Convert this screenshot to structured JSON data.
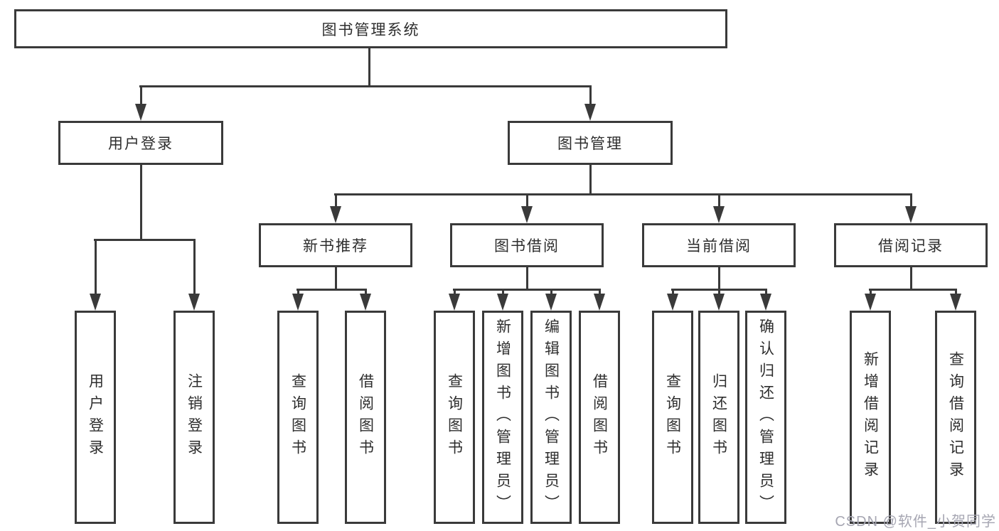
{
  "colors": {
    "line": "#3a3a3a",
    "text": "#2e2e2e",
    "watermark": "#a6a6b2",
    "bg": "#ffffff"
  },
  "watermark": {
    "text": "CSDN @软件_小贺同学"
  },
  "tree": {
    "root": {
      "label": "图书管理系统"
    },
    "level2": [
      {
        "label": "用户登录"
      },
      {
        "label": "图书管理"
      }
    ],
    "level3": [
      {
        "label": "新书推荐"
      },
      {
        "label": "图书借阅"
      },
      {
        "label": "当前借阅"
      },
      {
        "label": "借阅记录"
      }
    ],
    "leaves": {
      "user_login": [
        "用户登录",
        "注销登录"
      ],
      "new_book": [
        "查询图书",
        "借阅图书"
      ],
      "borrow": [
        "查询图书",
        "新增图书（管理员）",
        "编辑图书（管理员）",
        "借阅图书"
      ],
      "current": [
        "查询图书",
        "归还图书",
        "确认归还（管理员）"
      ],
      "records": [
        "新增借阅记录",
        "查询借阅记录"
      ]
    }
  }
}
